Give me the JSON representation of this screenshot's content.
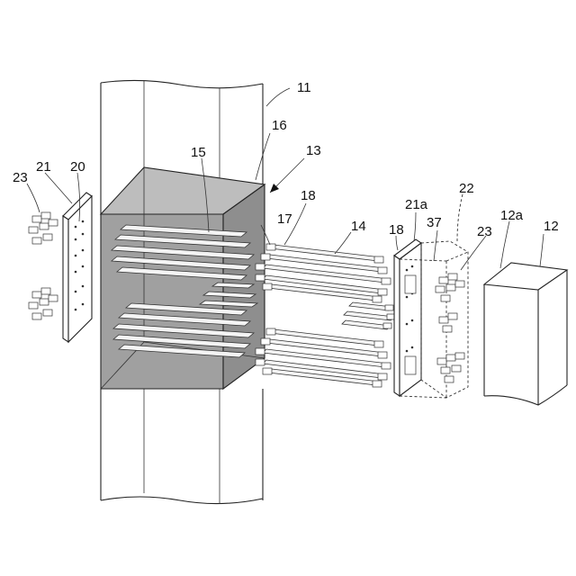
{
  "labels": {
    "l11": "11",
    "l16": "16",
    "l13": "13",
    "l15": "15",
    "l17": "17",
    "l18a": "18",
    "l14": "14",
    "l18b": "18",
    "l21a": "21a",
    "l22": "22",
    "l37": "37",
    "l23r": "23",
    "l12a": "12a",
    "l12": "12",
    "l23l": "23",
    "l21": "21",
    "l20": "20"
  },
  "colors": {
    "joint_fill": "#9a9a9a",
    "line": "#222222"
  }
}
